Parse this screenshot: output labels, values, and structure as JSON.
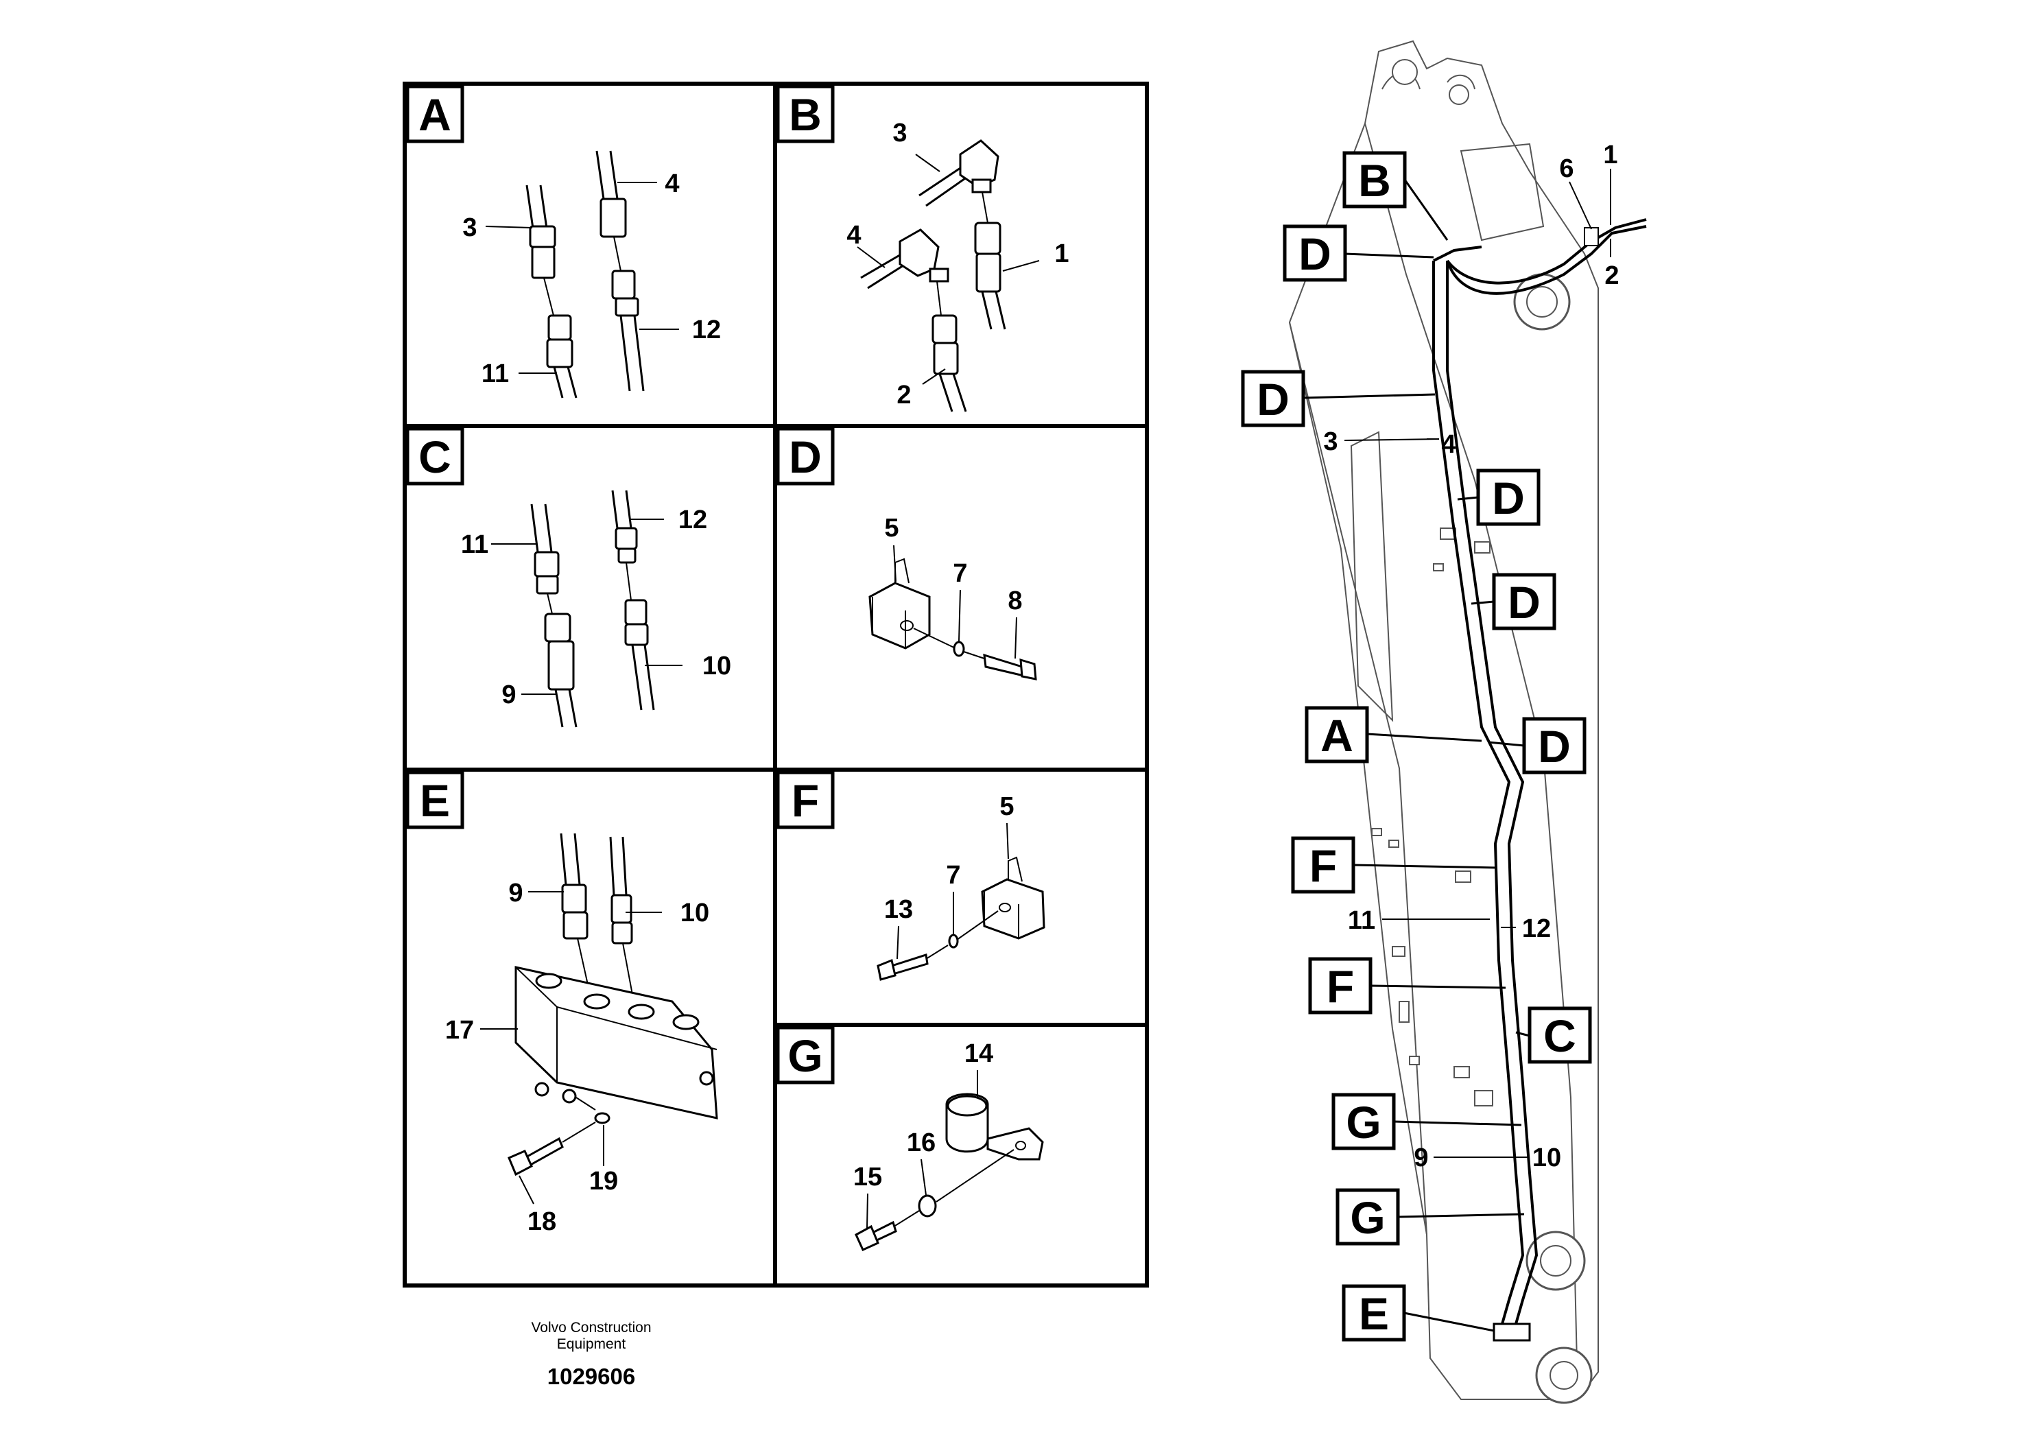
{
  "panels": [
    {
      "id": "A",
      "labels": [
        "3",
        "4",
        "11",
        "12"
      ]
    },
    {
      "id": "B",
      "labels": [
        "3",
        "4",
        "1",
        "2"
      ]
    },
    {
      "id": "C",
      "labels": [
        "11",
        "12",
        "9",
        "10"
      ]
    },
    {
      "id": "D",
      "labels": [
        "5",
        "7",
        "8"
      ]
    },
    {
      "id": "E",
      "labels": [
        "9",
        "10",
        "17",
        "18",
        "19"
      ]
    },
    {
      "id": "F",
      "labels": [
        "5",
        "7",
        "13"
      ]
    },
    {
      "id": "G",
      "labels": [
        "14",
        "15",
        "16"
      ]
    }
  ],
  "boom_view": {
    "callouts": [
      "B",
      "D",
      "D",
      "D",
      "D",
      "A",
      "D",
      "F",
      "F",
      "C",
      "G",
      "G",
      "E"
    ],
    "labels": [
      "1",
      "2",
      "6",
      "3",
      "4",
      "11",
      "12",
      "9",
      "10"
    ]
  },
  "footer": {
    "company_line1": "Volvo Construction",
    "company_line2": "Equipment",
    "drawing_number": "1029606"
  }
}
